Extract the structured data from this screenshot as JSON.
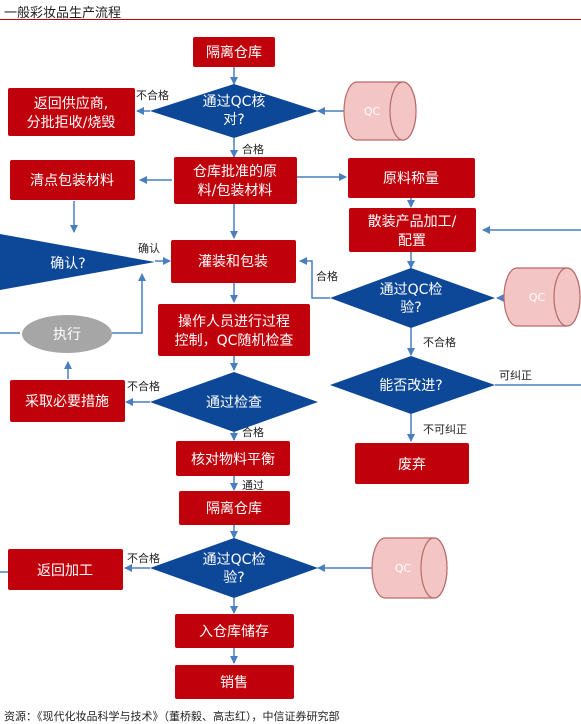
{
  "title": "一般彩妆品生产流程",
  "source": "资源：《现代化妆品科学与技术》（董桥毅、高志红），中信证券研究部",
  "colors": {
    "box": "#c0000a",
    "diamond": "#0d4797",
    "qc_fill": "#f4c5c5",
    "qc_stroke": "#b86a6a",
    "line": "#4a7fbf",
    "oval": "#a6a6a6"
  },
  "nodes": {
    "quarantine_top": "隔离仓库",
    "qc_check1": [
      "通过QC核",
      "对?"
    ],
    "return_supplier": [
      "返回供应商,",
      "分批拒收/烧毁"
    ],
    "approved_materials": [
      "仓库批准的原",
      "料/包装材料"
    ],
    "count_packaging": "清点包装材料",
    "weigh": "原料称量",
    "confirm": "确认?",
    "fill_pack": "灌装和包装",
    "bulk_process": [
      "散装产品加工/",
      "配置"
    ],
    "qc_check2": [
      "通过QC检",
      "验?"
    ],
    "execute": "执行",
    "process_control": [
      "操作人员进行过程",
      "控制，QC随机检查"
    ],
    "can_improve": "能否改进?",
    "take_measures": "采取必要措施",
    "pass_inspection": "通过检查",
    "discard": "废弃",
    "verify_balance": "核对物料平衡",
    "quarantine_mid": "隔离仓库",
    "return_process": "返回加工",
    "qc_check3": [
      "通过QC检",
      "验?"
    ],
    "store": "入仓库储存",
    "sales": "销售",
    "qc": "QC"
  },
  "edges": {
    "fail": "不合格",
    "pass": "合格",
    "confirmed": "确认",
    "correctable": "可纠正",
    "not_correctable": "不可纠正",
    "passed": "通过"
  }
}
